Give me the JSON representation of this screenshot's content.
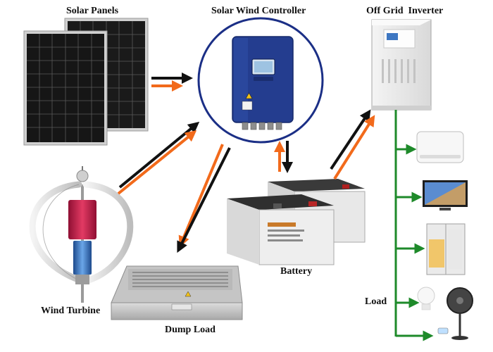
{
  "labels": {
    "solar_panels": "Solar Panels",
    "controller": "Solar Wind Controller",
    "inverter": "Off Grid  Inverter",
    "battery": "Battery",
    "wind_turbine": "Wind Turbine",
    "dump_load": "Dump Load",
    "load": "Load"
  },
  "colors": {
    "arrow_black": "#111111",
    "arrow_orange": "#f26a1b",
    "load_line": "#1e8a2a",
    "controller_blue": "#243d8f",
    "controller_ring": "#1b2f86"
  }
}
